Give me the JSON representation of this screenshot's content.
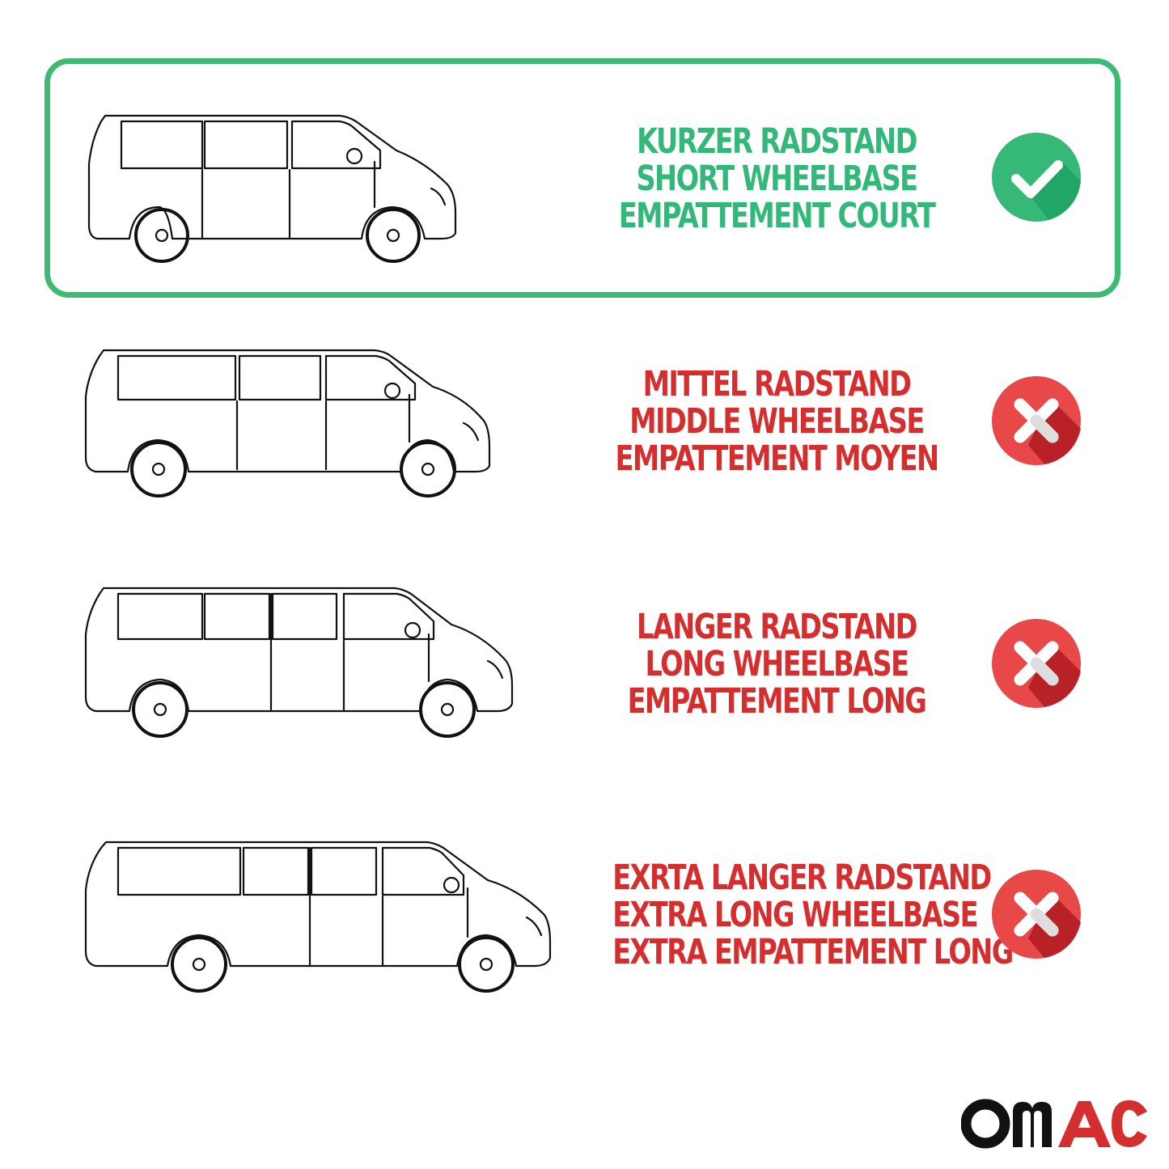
{
  "rows": [
    {
      "lines": [
        "KURZER RADSTAND",
        "SHORT WHEELBASE",
        "EMPATTEMENT COURT"
      ],
      "status": "compatible",
      "icon": "check-circle-icon"
    },
    {
      "lines": [
        "MITTEL RADSTAND",
        "MIDDLE WHEELBASE",
        "EMPATTEMENT MOYEN"
      ],
      "status": "not-compatible",
      "icon": "cross-circle-icon"
    },
    {
      "lines": [
        "LANGER RADSTAND",
        "LONG WHEELBASE",
        "EMPATTEMENT LONG"
      ],
      "status": "not-compatible",
      "icon": "cross-circle-icon"
    },
    {
      "lines": [
        "EXRTA LANGER RADSTAND",
        "EXTRA LONG WHEELBASE",
        "EXTRA EMPATTEMENT LONG"
      ],
      "status": "not-compatible",
      "icon": "cross-circle-icon"
    }
  ],
  "brand": {
    "logo_text": "OMAC",
    "colors": {
      "dark": "#111111",
      "accent": "#d42e2e"
    }
  },
  "colors": {
    "ok": "#32b878",
    "bad": "#d42e2e",
    "frame": "#3dba74"
  }
}
